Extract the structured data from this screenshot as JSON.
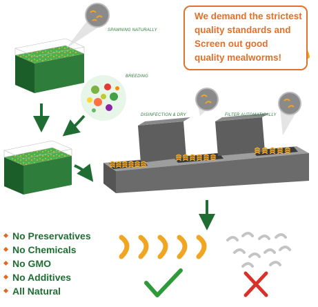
{
  "callout": {
    "lines": [
      "We demand the strictest",
      "quality standards and",
      "Screen out good",
      "quality mealworms!"
    ]
  },
  "steps": {
    "spawning": "SPAWNING NATURALLY",
    "breeding": "BREEDING",
    "disinfection": "DISINFECTION & DRY",
    "filter": "FILTER AUTOMATICALLY"
  },
  "features": [
    "No Preservatives",
    "No Chemicals",
    "No GMO",
    "No Additives",
    "All Natural"
  ],
  "icons": {
    "good": "check-icon",
    "bad": "cross-icon"
  },
  "colors": {
    "green": "#1f6d33",
    "orange": "#e0702a",
    "worm": "#f0a623",
    "machine": "#6b6b6b",
    "cross": "#d9302a"
  }
}
